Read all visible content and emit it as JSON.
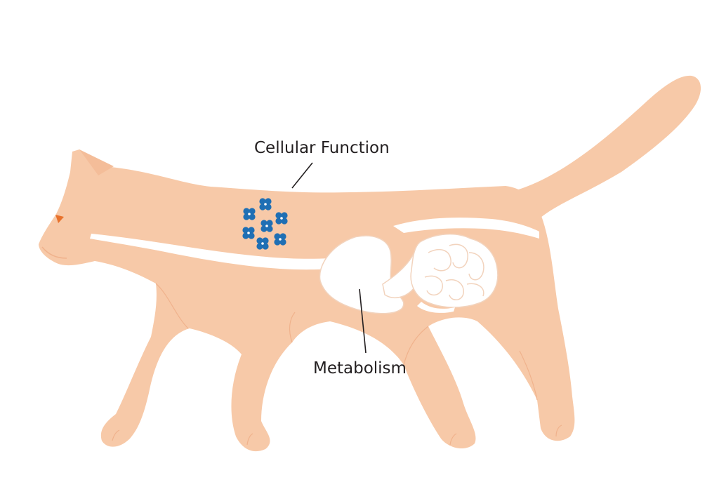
{
  "labels": {
    "cellular": "Cellular Function",
    "metabolism": "Metabolism"
  },
  "colors": {
    "background": "#ffffff",
    "body": "#f7c9a8",
    "organs": "#ffffff",
    "organ_lines": "#f2d3bd",
    "cells": "#1f6fb4",
    "eye": "#e8722c",
    "text": "#231f20",
    "leader_lines": "#231f20"
  },
  "icons": {
    "cell": "cell-icon",
    "eye": "eye-icon"
  },
  "cell_count": 7
}
